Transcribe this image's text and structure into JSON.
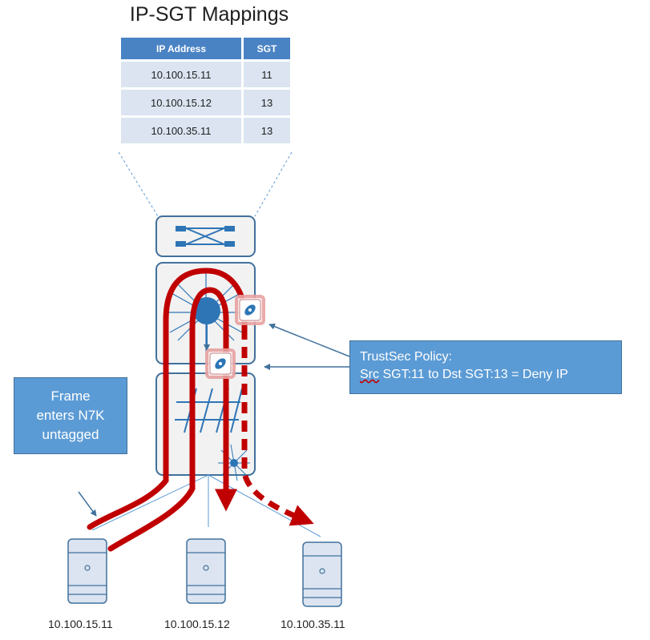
{
  "title": "IP-SGT Mappings",
  "mapping_table": {
    "headers": [
      "IP Address",
      "SGT"
    ],
    "rows": [
      {
        "ip": "10.100.15.11",
        "sgt": "11"
      },
      {
        "ip": "10.100.15.12",
        "sgt": "13"
      },
      {
        "ip": "10.100.35.11",
        "sgt": "13"
      }
    ]
  },
  "policy_callout": {
    "line1": "TrustSec Policy:",
    "line2_src": "Src",
    "line2_rest": " SGT:11 to Dst SGT:13 = Deny IP"
  },
  "frame_callout": {
    "line1": "Frame",
    "line2": "enters N7K",
    "line3": "untagged"
  },
  "hosts": [
    {
      "ip": "10.100.15.11"
    },
    {
      "ip": "10.100.15.12"
    },
    {
      "ip": "10.100.35.11"
    }
  ],
  "colors": {
    "header_fill": "#4a83c4",
    "row_fill": "#dbe4f0",
    "callout_fill": "#5b9bd5",
    "flow_red": "#c00000",
    "outline_blue": "#41719c",
    "switch_fill": "#f2f2f2"
  },
  "icons": [
    "crossbar-switch-icon",
    "supervisor-engine-icon",
    "line-card-icon",
    "sgt-tag-icon",
    "server-icon"
  ]
}
